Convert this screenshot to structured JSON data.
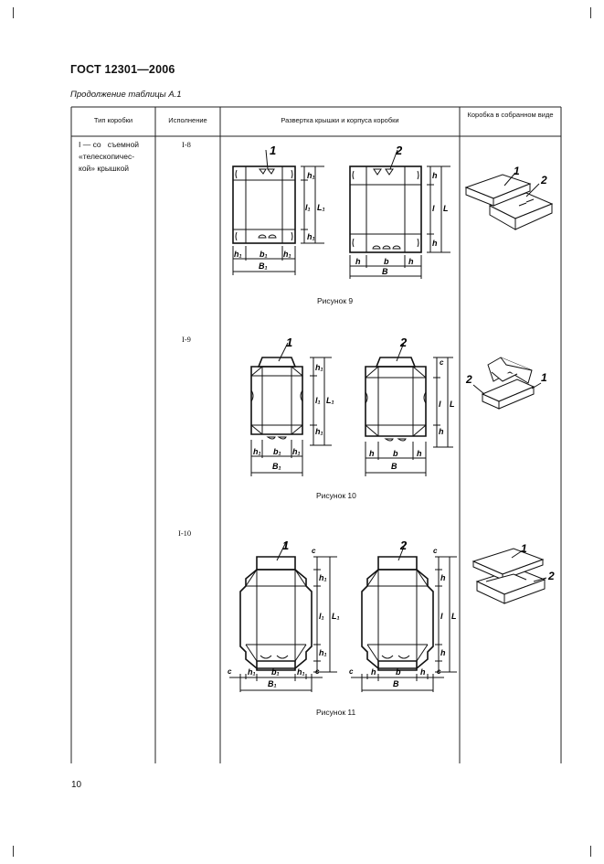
{
  "document": {
    "title": "ГОСТ 12301—2006",
    "continuation": "Продолжение таблицы А.1",
    "page_number": "10"
  },
  "table": {
    "headers": {
      "box_type": "Тип коробки",
      "execution": "Исполнение",
      "layout": "Развертка крышки и корпуса коробки",
      "assembled": "Коробка в собранном виде"
    },
    "box_type_lines": [
      "I — со   съемной",
      "«телескопичес-",
      "кой» крышкой"
    ],
    "rows": [
      {
        "variant": "I-8",
        "caption": "Рисунок  9"
      },
      {
        "variant": "I-9",
        "caption": "Рисунок 10"
      },
      {
        "variant": "I-10",
        "caption": "Рисунок 11"
      }
    ]
  },
  "labels": {
    "lid": "1",
    "body": "2",
    "h1": "h₁",
    "b1": "b₁",
    "B1": "B₁",
    "l1": "l₁",
    "L1": "L₁",
    "h": "h",
    "b": "b",
    "B": "B",
    "l": "l",
    "L": "L",
    "c": "c"
  }
}
